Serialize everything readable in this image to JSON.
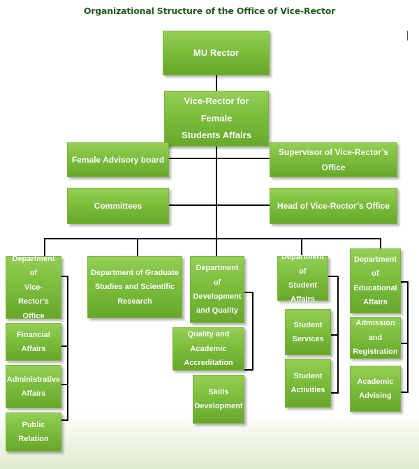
{
  "title": "Organizational  Structure of the Office of Vice-Rector",
  "nodes": {
    "rector": "MU Rector",
    "vice_rector": "Vice-Rector for Female\nStudents Affairs",
    "advisory": "Female Advisory board",
    "supervisor": "Supervisor of Vice-Rector’s Office",
    "committees": "Committees",
    "head": "Head of Vice-Rector’s Office",
    "dept_office": "Department of\nVice-Rector’s\nOffice",
    "financial": "Financial Affairs",
    "administrative": "Administrative\nAffairs",
    "public_relation": "Public Relation",
    "dept_graduate": "Department of Graduate\nStudies and Scientific\nResearch",
    "dept_development": "Department of\nDevelopment\nand Quality",
    "quality": "Quality and Academic\nAccreditation",
    "skills": "Skills\nDevelopment",
    "dept_student": "Department of\nStudent Affairs",
    "student_services": "Student\nServices",
    "student_activities": "Student\nActivities",
    "dept_educational": "Department of\nEducational\nAffairs",
    "admission": "Admission and\nRegistration",
    "academic_advising": "Academic\nAdvising"
  }
}
